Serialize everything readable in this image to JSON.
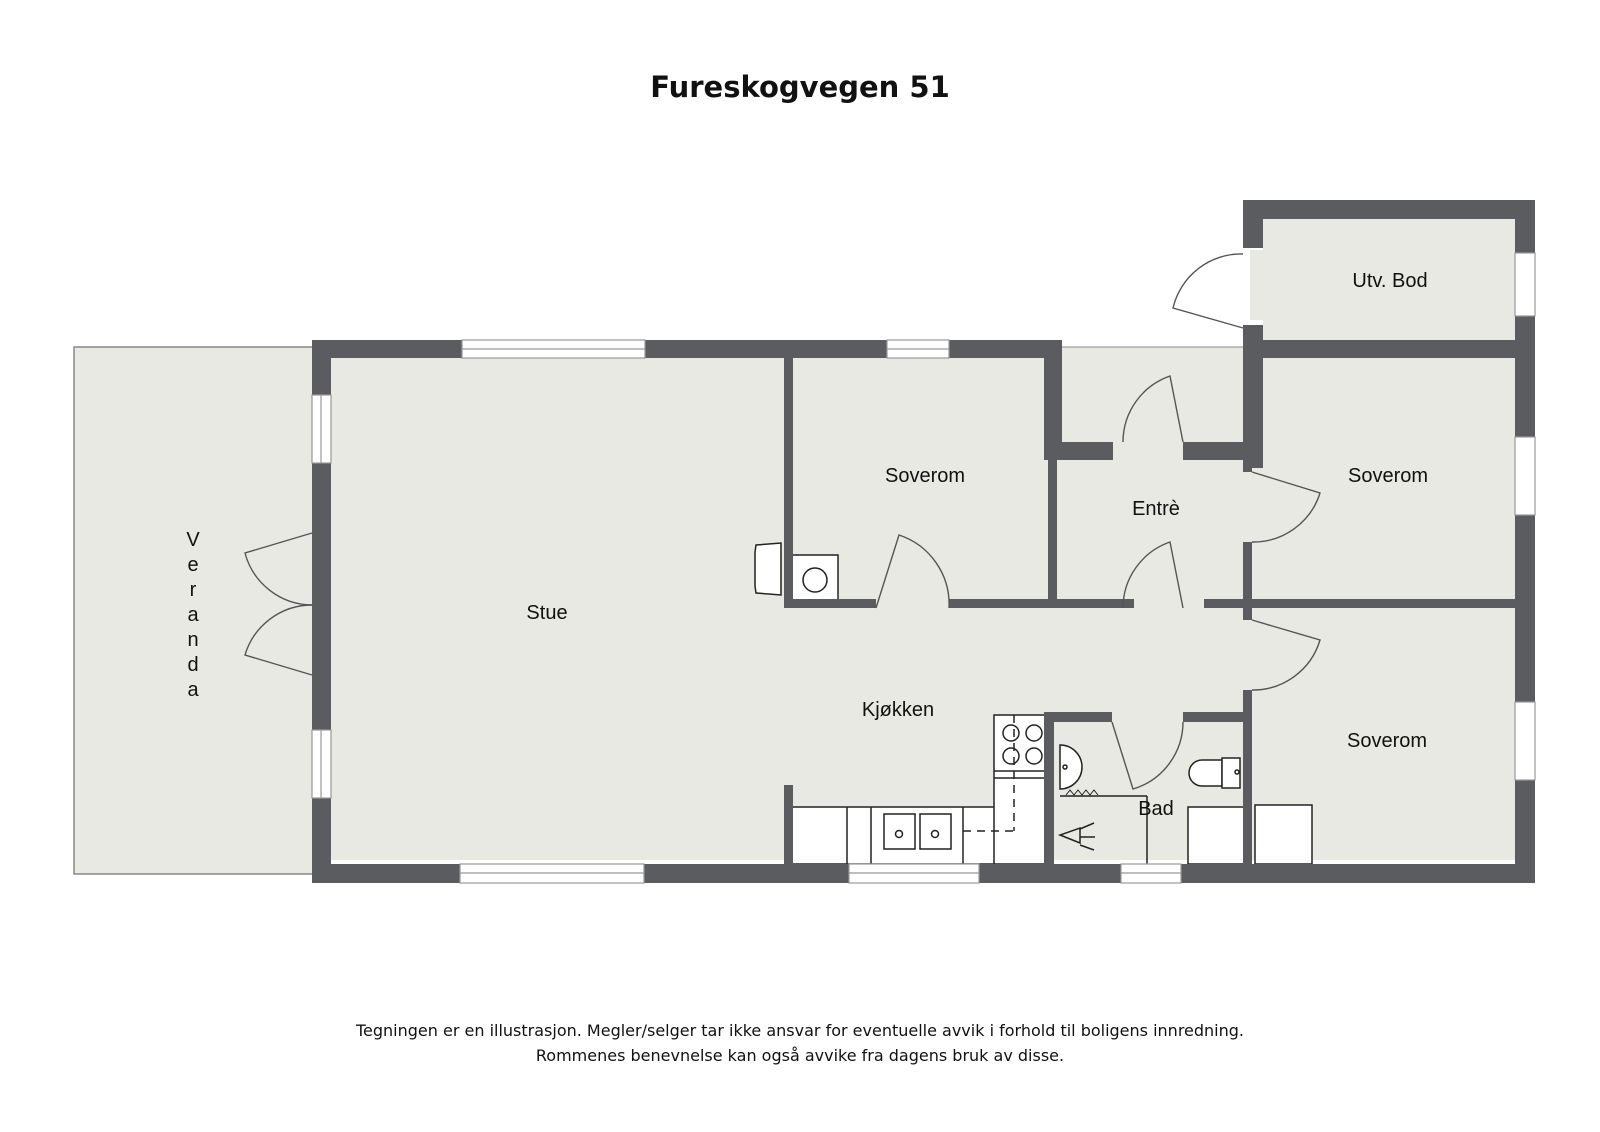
{
  "title": "Fureskogvegen 51",
  "colors": {
    "wall": "#5a5c60",
    "floor": "#e9e9e3",
    "window": "#ffffff",
    "line": "#555555"
  },
  "rooms": {
    "veranda": "Veranda",
    "stue": "Stue",
    "kjokken": "Kjøkken",
    "soverom_1": "Soverom",
    "entre": "Entrè",
    "soverom_2": "Soverom",
    "soverom_3": "Soverom",
    "bad": "Bad",
    "utv_bod": "Utv. Bod"
  },
  "veranda_letters": [
    "V",
    "e",
    "r",
    "a",
    "n",
    "d",
    "a"
  ],
  "disclaimer": {
    "line1": "Tegningen er en illustrasjon. Megler/selger tar ikke ansvar for eventuelle avvik i forhold til boligens innredning.",
    "line2": "Rommenes benevnelse kan også avvike fra dagens bruk av disse."
  }
}
